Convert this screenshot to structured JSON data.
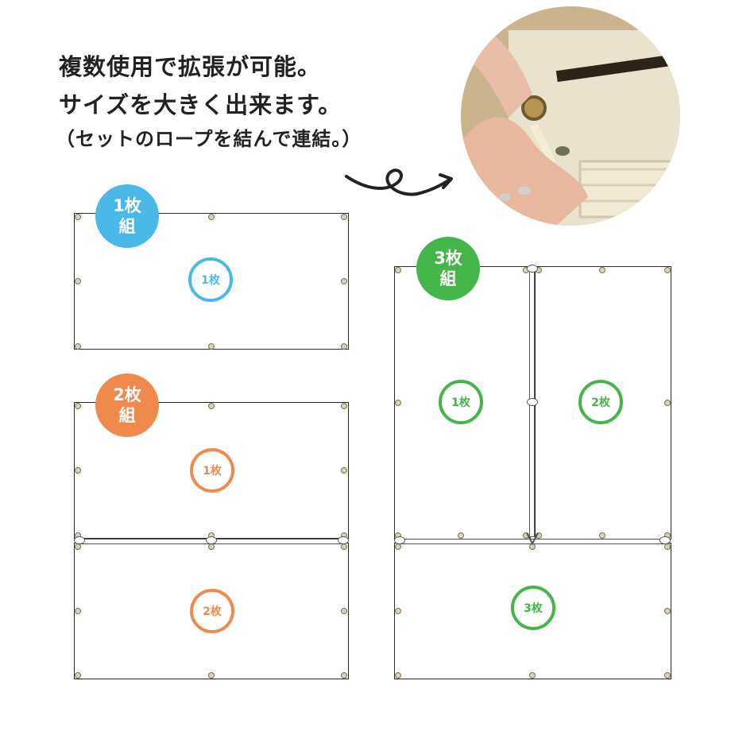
{
  "headline": {
    "line1": "複数使用で拡張が可能。",
    "line2": "サイズを大きく出来ます。",
    "note": "（セットのロープを結んで連結。）"
  },
  "photo": {
    "icon": "rope-tying-photo"
  },
  "sets": {
    "one": {
      "badge_line1": "1枚",
      "badge_line2": "組",
      "color": "#4bb9e8",
      "sheet1": "1枚"
    },
    "two": {
      "badge_line1": "2枚",
      "badge_line2": "組",
      "color": "#ef8a4c",
      "sheet1": "1枚",
      "sheet2": "2枚"
    },
    "three": {
      "badge_line1": "3枚",
      "badge_line2": "組",
      "color": "#43b549",
      "sheet1": "1枚",
      "sheet2": "2枚",
      "sheet3": "3枚"
    }
  },
  "colors": {
    "text": "#222222",
    "frame": "#2b2b2b",
    "grommet": "#d9d2b8"
  }
}
